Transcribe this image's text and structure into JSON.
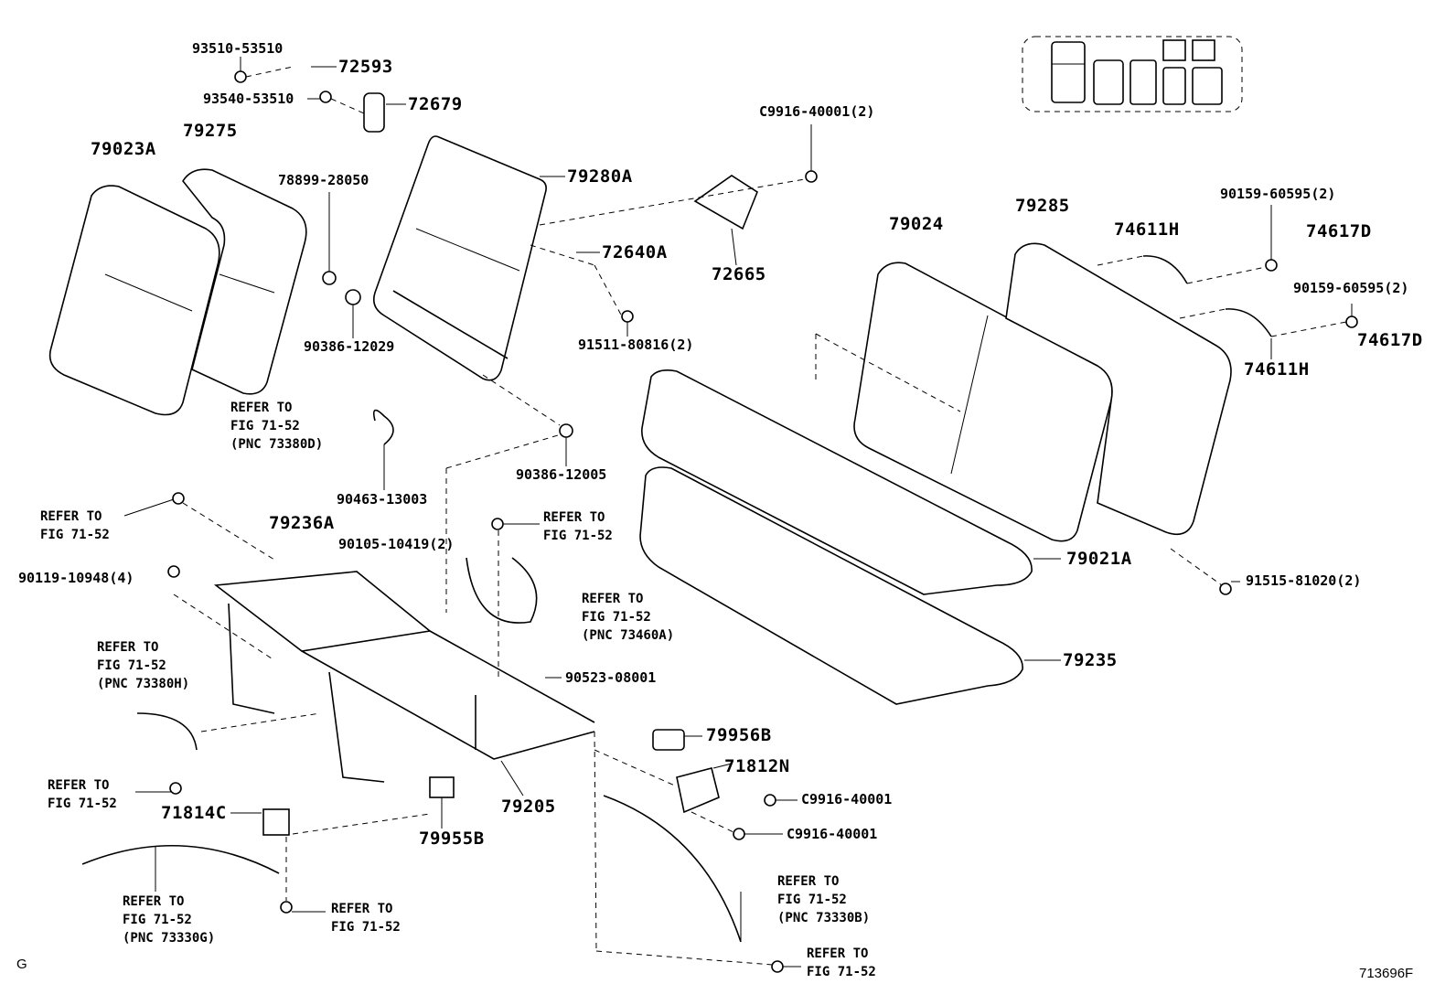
{
  "figure_code": "713696F",
  "corner_letter": "G",
  "parts": {
    "p_79023A": "79023A",
    "p_79275": "79275",
    "p_93510_53510": "93510-53510",
    "p_72593": "72593",
    "p_93540_53510": "93540-53510",
    "p_72679": "72679",
    "p_79280A": "79280A",
    "p_78899_28050": "78899-28050",
    "p_90386_12029": "90386-12029",
    "p_72640A": "72640A",
    "p_C9916_40001_2": "C9916-40001(2)",
    "p_72665": "72665",
    "p_91511_80816_2": "91511-80816(2)",
    "p_90386_12005": "90386-12005",
    "p_90463_13003": "90463-13003",
    "p_79024": "79024",
    "p_79285": "79285",
    "p_74611H_a": "74611H",
    "p_90159_60595_2_a": "90159-60595(2)",
    "p_74617D_a": "74617D",
    "p_90159_60595_2_b": "90159-60595(2)",
    "p_74617D_b": "74617D",
    "p_74611H_b": "74611H",
    "p_79236A": "79236A",
    "p_90105_10419_2": "90105-10419(2)",
    "p_90119_10948_4": "90119-10948(4)",
    "p_79021A": "79021A",
    "p_91515_81020_2": "91515-81020(2)",
    "p_79235": "79235",
    "p_90523_08001": "90523-08001",
    "p_79956B": "79956B",
    "p_71812N": "71812N",
    "p_C9916_40001_a": "C9916-40001",
    "p_C9916_40001_b": "C9916-40001",
    "p_79205": "79205",
    "p_79955B": "79955B",
    "p_71814C": "71814C"
  },
  "refs": {
    "r1": "REFER TO\nFIG 71-52\n(PNC 73380D)",
    "r2": "REFER TO\nFIG 71-52",
    "r3": "REFER TO\nFIG 71-52",
    "r4": "REFER TO\nFIG 71-52\n(PNC 73460A)",
    "r5": "REFER TO\nFIG 71-52\n(PNC 73380H)",
    "r6": "REFER TO\nFIG 71-52",
    "r7": "REFER TO\nFIG 71-52\n(PNC 73330G)",
    "r8": "REFER TO\nFIG 71-52",
    "r9": "REFER TO\nFIG 71-52\n(PNC 73330B)",
    "r10": "REFER TO\nFIG 71-52"
  }
}
